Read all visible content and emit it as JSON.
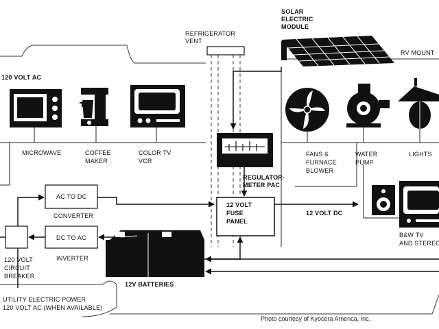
{
  "labels": {
    "solar_module": [
      "SOLAR",
      "ELECTRIC",
      "MODULE"
    ],
    "refrigerator_vent": [
      "REFRIGERATOR",
      "VENT"
    ],
    "rv_mount": "RV MOUNT",
    "ac_120": "120 VOLT AC",
    "microwave": "MICROWAVE",
    "coffee_maker": [
      "COFFEE",
      "MAKER"
    ],
    "color_tv": [
      "COLOR TV",
      "VCR"
    ],
    "fans": [
      "FANS &",
      "FURNACE",
      "BLOWER"
    ],
    "water_pump": [
      "WATER",
      "PUMP"
    ],
    "lights": "LIGHTS",
    "regulator": [
      "REGULATOR-",
      "METER PAC"
    ],
    "ac_to_dc": "AC TO DC",
    "converter": "CONVERTER",
    "fuse_panel": [
      "12 VOLT",
      "FUSE",
      "PANEL"
    ],
    "dc_12": "12 VOLT DC",
    "bw_tv": [
      "B&W TV",
      "AND STEREO"
    ],
    "dc_to_ac": "DC TO AC",
    "inverter": "INVERTER",
    "circuit_breaker": [
      "120 VOLT",
      "CIRCUIT",
      "BREAKER"
    ],
    "batteries": "12V BATTERIES",
    "utility": [
      "UTILITY ELECTRIC POWER",
      "120 VOLT AC (WHEN AVAILABLE)"
    ],
    "credit": "Photo courtesy of Kyocera America, Inc."
  },
  "colors": {
    "ink": "#111111",
    "paper": "#ffffff",
    "line": "#222222"
  },
  "icons": [
    "solar-panel-icon",
    "microwave-icon",
    "coffee-maker-icon",
    "color-tv-icon",
    "fan-icon",
    "water-pump-icon",
    "lamp-icon",
    "speaker-icon",
    "bw-tv-icon",
    "meter-icon",
    "battery-icon"
  ]
}
